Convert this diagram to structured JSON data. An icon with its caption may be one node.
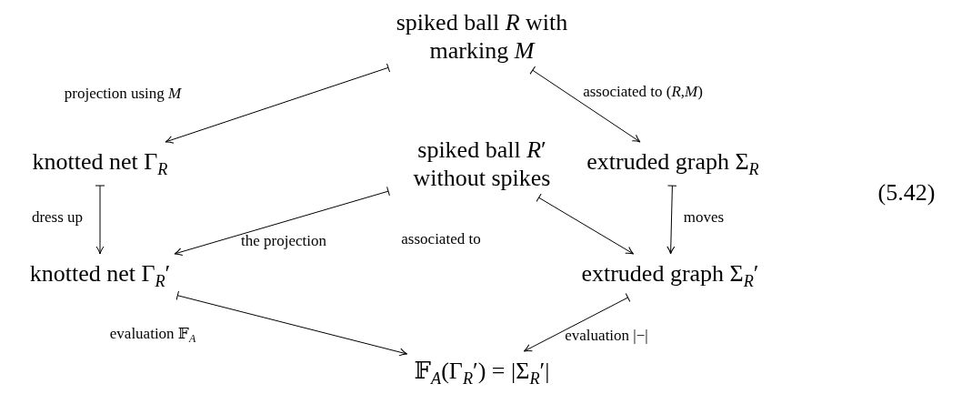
{
  "diagram": {
    "nodes": [
      {
        "text": [
          "spiked ball *R* with marking *M*"
        ]
      },
      {
        "text": [
          "knotted net Γ$_{R}$"
        ]
      },
      {
        "text": [
          "spiked ball *R*′ without spikes"
        ]
      },
      {
        "text": [
          "extruded graph Σ$_{R}$"
        ]
      },
      {
        "text": [
          "knotted net Γ$_{R}$′"
        ]
      },
      {
        "text": [
          "extruded graph Σ$_{R}$′"
        ]
      },
      {
        "text": [
          "𝔽$_{A}$(Γ$_{R}$′) = |Σ$_{R}$′|"
        ]
      }
    ],
    "edges": [
      {
        "from": 0,
        "to": 1,
        "arrow": "to",
        "label": "projection using *M*"
      },
      {
        "from": 0,
        "to": 3,
        "arrow": "to",
        "label": "associated to (*R*,*M*)"
      },
      {
        "from": 1,
        "to": 4,
        "arrow": "to",
        "label": "dress up"
      },
      {
        "from": 3,
        "to": 5,
        "arrow": "to",
        "label": "moves"
      },
      {
        "from": 2,
        "to": 4,
        "arrow": "to",
        "label": "the projection"
      },
      {
        "from": 2,
        "to": 5,
        "arrow": "to",
        "label": "associated to"
      },
      {
        "from": 4,
        "to": 6,
        "arrow": "to",
        "label": "evaluation 𝔽$_{A}$"
      },
      {
        "from": 5,
        "to": 6,
        "arrow": "to",
        "label": "evaluation |−|"
      }
    ],
    "labels": [
      "(5.42)"
    ]
  }
}
